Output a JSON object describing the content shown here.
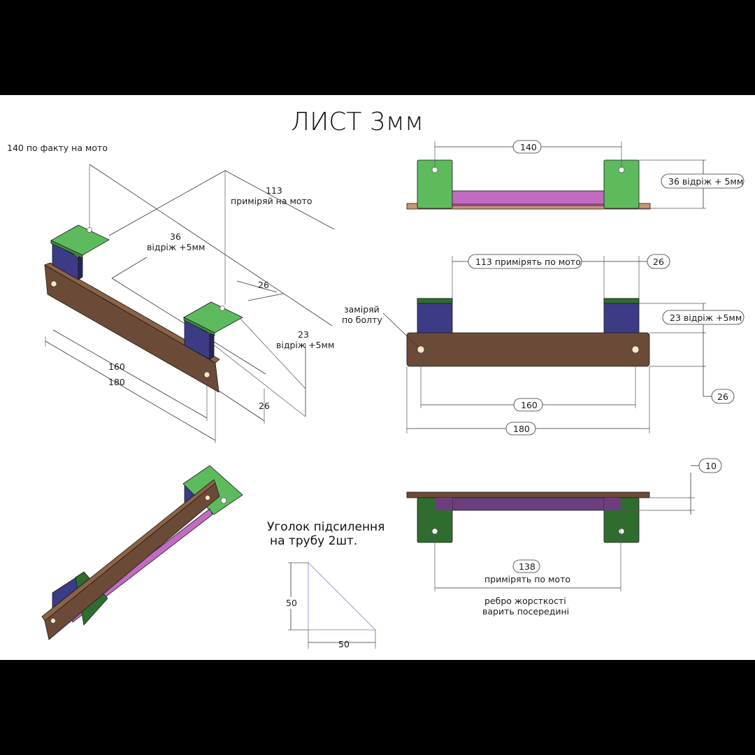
{
  "title": "ЛИСТ 3мм",
  "iso_view": {
    "dim_140": "140 по факту на мото",
    "dim_113_value": "113",
    "dim_113_note": "приміряй на мото",
    "dim_36_value": "36",
    "dim_36_note": "відріж +5мм",
    "dim_26_top": "26",
    "dim_23_value": "23",
    "dim_23_note": "відріж +5мм",
    "dim_160": "160",
    "dim_180": "180",
    "dim_26_bottom": "26"
  },
  "top_view": {
    "dim_140": "140",
    "dim_36": "36 відріж + 5мм"
  },
  "front_view": {
    "dim_113": "113 примірять по мото",
    "dim_26_top": "26",
    "bolt_note_1": "заміряй",
    "bolt_note_2": "по болту",
    "dim_23": "23 відріж +5мм",
    "dim_26_side": "26",
    "dim_160": "160",
    "dim_180": "180"
  },
  "bottom_view": {
    "dim_10": "10",
    "dim_138_value": "138",
    "dim_138_note": "примірять по мото",
    "rib_note_1": "ребро жорсткості",
    "rib_note_2": "варить посередині"
  },
  "gusset": {
    "title_1": "Уголок підсилення",
    "title_2": "на трубу 2шт.",
    "dim_vertical": "50",
    "dim_horizontal": "50"
  },
  "colors": {
    "green": "#5dbb5d",
    "dark_green": "#2f6d2f",
    "blue": "#3b3b86",
    "brown": "#6b4a37",
    "magenta": "#c36bc3",
    "purple": "#6c3e7d"
  }
}
